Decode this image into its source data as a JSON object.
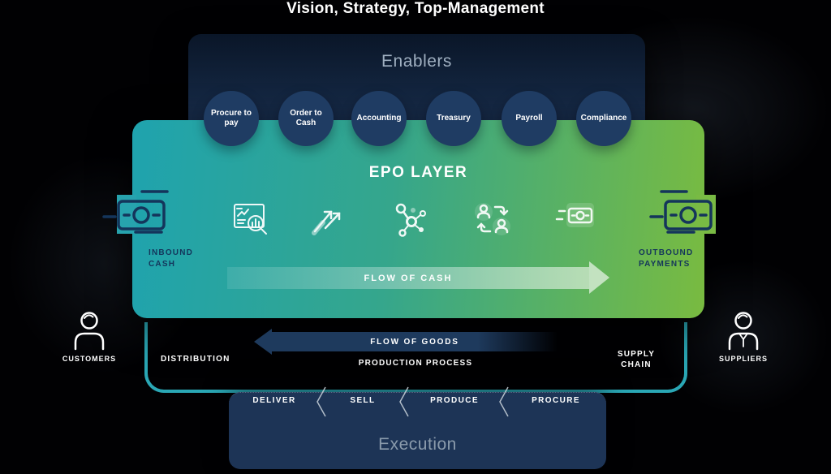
{
  "title": "Vision, Strategy, Top-Management",
  "enablers": {
    "title": "Enablers",
    "items": [
      "Procure to pay",
      "Order to Cash",
      "Accounting",
      "Treasury",
      "Payroll",
      "Compliance"
    ]
  },
  "epo": {
    "title": "EPO LAYER",
    "flow_of_cash": "FLOW OF CASH",
    "inbound_line1": "INBOUND",
    "inbound_line2": "CASH",
    "outbound_line1": "OUTBOUND",
    "outbound_line2": "PAYMENTS",
    "icons": [
      "report-analytics",
      "growth-arrows",
      "process-network",
      "people-exchange",
      "fast-payment"
    ]
  },
  "goods": {
    "flow_of_goods": "FLOW OF GOODS",
    "distribution": "DISTRIBUTION",
    "production_process": "PRODUCTION PROCESS",
    "supply_line1": "SUPPLY",
    "supply_line2": "CHAIN"
  },
  "parties": {
    "customers": "CUSTOMERS",
    "suppliers": "SUPPLIERS"
  },
  "execution": {
    "title": "Execution",
    "steps": [
      "DELIVER",
      "SELL",
      "PRODUCE",
      "PROCURE"
    ]
  },
  "colors": {
    "teal": "#1fa3ae",
    "green": "#79bb40",
    "navy_circle": "#1f3c63",
    "dark_panel": "#13253f",
    "execution_panel": "#1d3456",
    "bracket_teal": "#2aa7b5",
    "goods_arrow_navy": "#1e3a5d",
    "bill_outline_navy": "#14355b"
  }
}
